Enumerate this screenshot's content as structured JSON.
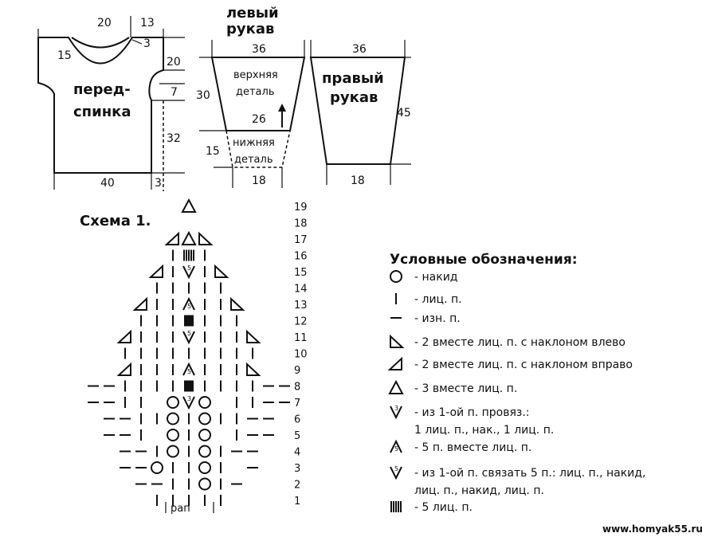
{
  "body_schematic": {
    "label": "перед-\nспинка",
    "label_line1": "перед-",
    "label_line2": "спинка",
    "dims": {
      "neck_width": "20",
      "shoulder": "13",
      "neck_depth": "15",
      "neck_back": "3",
      "armhole": "20",
      "side_top": "7",
      "side": "32",
      "hem": "40",
      "hem_side": "3"
    }
  },
  "left_sleeve": {
    "title_line1": "левый",
    "title_line2": "рукав",
    "top_width": "36",
    "height_upper": "30",
    "mid_width": "26",
    "height_lower": "15",
    "bottom_width": "18",
    "upper_part_line1": "верхняя",
    "upper_part_line2": "деталь",
    "lower_part_line1": "нижняя",
    "lower_part_line2": "деталь"
  },
  "right_sleeve": {
    "title_line1": "правый",
    "title_line2": "рукав",
    "top_width": "36",
    "height": "45",
    "bottom_width": "18"
  },
  "scheme": {
    "title": "Схема 1.",
    "rapport_label": "рап",
    "row_numbers": [
      "19",
      "18",
      "17",
      "16",
      "15",
      "14",
      "13",
      "12",
      "11",
      "10",
      "9",
      "8",
      "7",
      "6",
      "5",
      "4",
      "3",
      "2",
      "1"
    ]
  },
  "legend": {
    "title": "Условные обозначения:",
    "items": [
      {
        "symbol": "yarn-over",
        "text": "- накид"
      },
      {
        "symbol": "knit",
        "text": "- лиц. п."
      },
      {
        "symbol": "purl",
        "text": "- изн. п."
      },
      {
        "symbol": "k2tog-left",
        "text": "- 2  вместе лиц. п. с наклоном влево"
      },
      {
        "symbol": "k2tog-right",
        "text": "- 2  вместе лиц. п. с наклоном вправо"
      },
      {
        "symbol": "k3tog",
        "text": "- 3 вместе лиц. п."
      },
      {
        "symbol": "inc-3",
        "text": "- из 1-ой п. провяз.:",
        "text2": "1 лиц. п., нак., 1 лиц. п."
      },
      {
        "symbol": "dec-5",
        "text": "- 5 п. вместе лиц. п."
      },
      {
        "symbol": "inc-5",
        "text": "- из 1-ой п. связать 5 п.: лиц. п., накид,",
        "text2": "лиц. п., накид, лиц. п."
      },
      {
        "symbol": "k5",
        "text": "- 5 лиц. п."
      }
    ]
  },
  "watermark": "www.homyak55.ru"
}
